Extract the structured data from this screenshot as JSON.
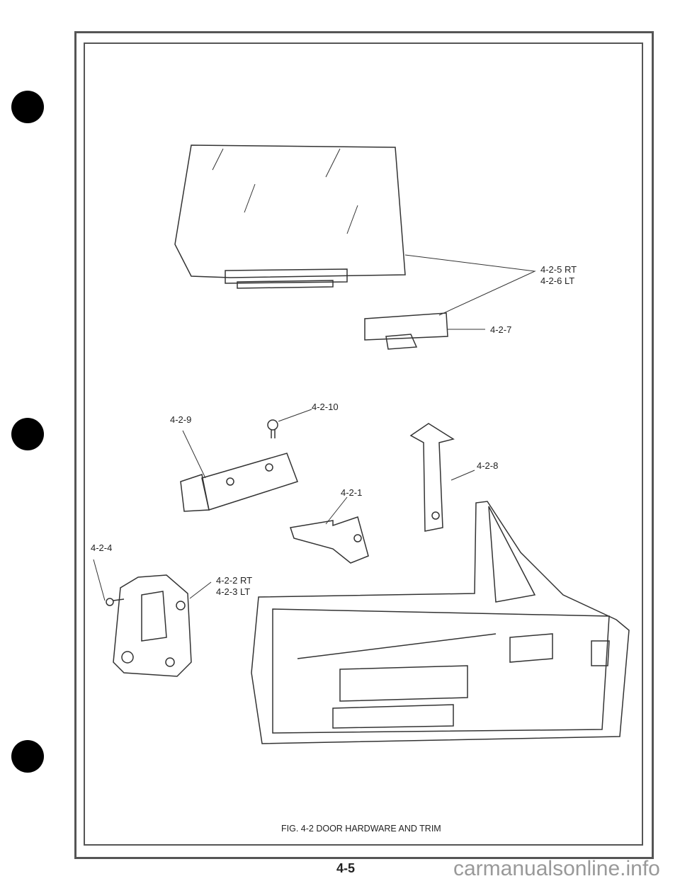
{
  "labels": {
    "glass": [
      "4-2-5 RT",
      "4-2-6 LT"
    ],
    "channel": "4-2-7",
    "screw_top": "4-2-10",
    "regulator": "4-2-9",
    "bracket": "4-2-8",
    "stop": "4-2-1",
    "screw": "4-2-4",
    "handle_trim": [
      "4-2-2 RT",
      "4-2-3 LT"
    ]
  },
  "caption": "FIG. 4-2 DOOR HARDWARE AND TRIM",
  "page_number": "4-5",
  "watermark": "carmanualsonline.info"
}
